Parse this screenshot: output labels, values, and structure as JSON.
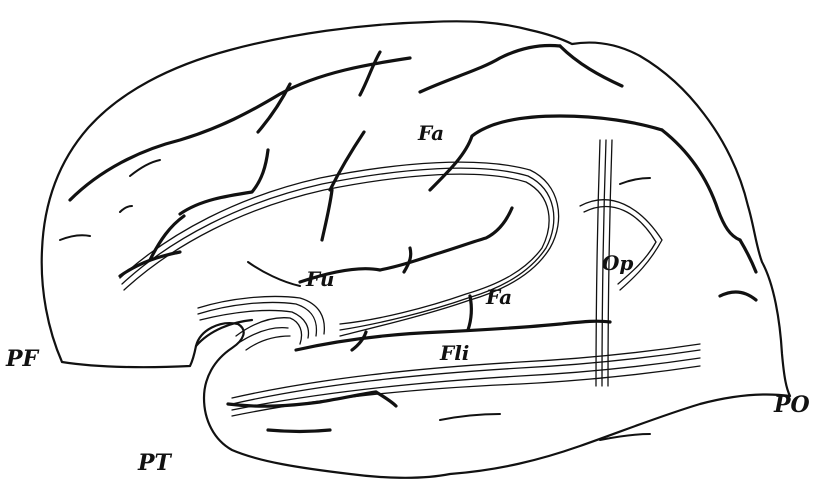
{
  "labels": {
    "fa_upper": "Fa",
    "fu": "Fu",
    "fa_lower": "Fa",
    "op": "Op",
    "fli": "Fli",
    "pf": "PF",
    "pt": "PT",
    "po": "PO"
  }
}
